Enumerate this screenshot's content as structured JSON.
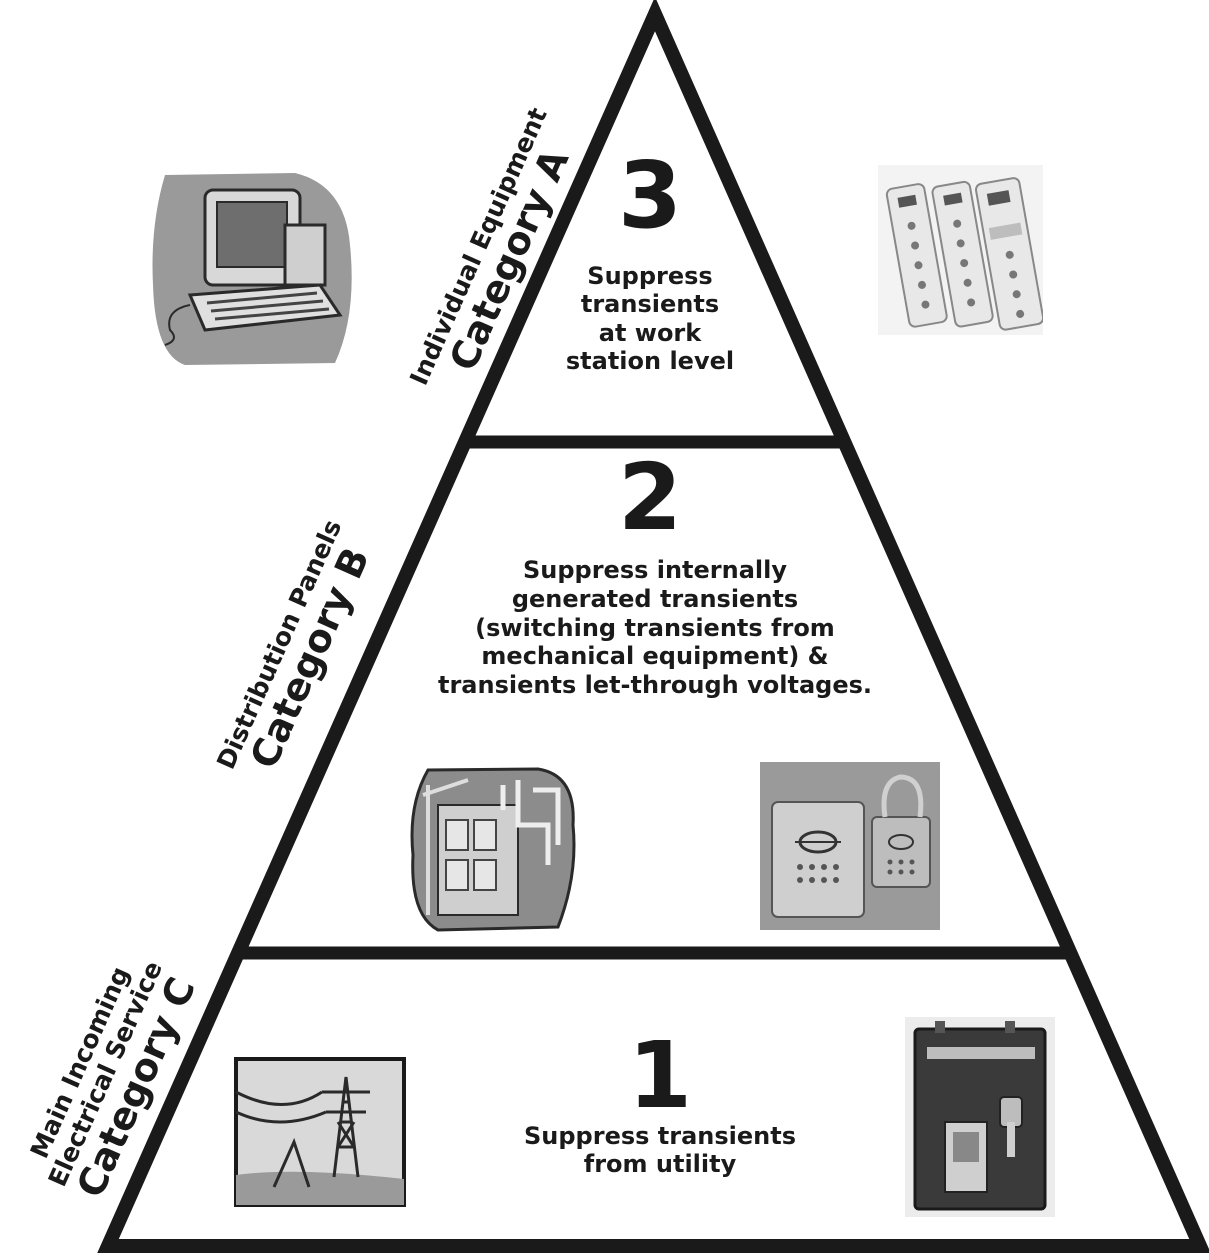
{
  "tiers": [
    {
      "number": "3",
      "description": [
        "Suppress",
        "transients",
        "at work",
        "station level"
      ],
      "side_label": {
        "line1": "Individual Equipment",
        "line2": "",
        "category": "Category A"
      }
    },
    {
      "number": "2",
      "description": [
        "Suppress internally",
        "generated transients",
        "(switching transients from",
        "mechanical equipment) &",
        "transients let-through voltages."
      ],
      "side_label": {
        "line1": "Distribution Panels",
        "line2": "",
        "category": "Category B"
      }
    },
    {
      "number": "1",
      "description": [
        "Suppress transients",
        "from utility"
      ],
      "side_label": {
        "line1": "Main Incoming",
        "line2": "Electrical Service",
        "category": "Category C"
      }
    }
  ],
  "illustrations": [
    {
      "icon": "computer-workstation-icon",
      "tier": "3"
    },
    {
      "icon": "power-strips-photo",
      "tier": "3"
    },
    {
      "icon": "distribution-panel-clipart-icon",
      "tier": "2"
    },
    {
      "icon": "surge-suppressor-panels-photo",
      "tier": "2"
    },
    {
      "icon": "power-line-tower-icon",
      "tier": "1"
    },
    {
      "icon": "service-entrance-suppressor-photo",
      "tier": "1"
    }
  ],
  "colors": {
    "ink": "#1a1a1a",
    "background": "#ffffff",
    "photo_gray": "#9a9a9a"
  }
}
